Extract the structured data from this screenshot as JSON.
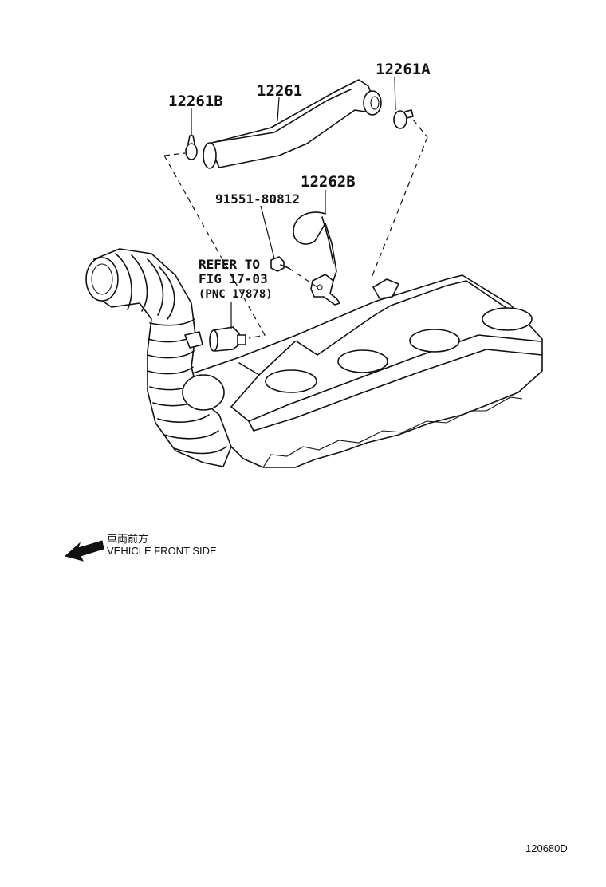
{
  "labels": {
    "hose": "12261",
    "clamp_a": "12261A",
    "clamp_b": "12261B",
    "bracket": "12262B",
    "bolt": "91551-80812",
    "refer_line1": "REFER TO",
    "refer_line2": "FIG 17-03",
    "refer_line3": "(PNC 17878)"
  },
  "direction": {
    "japanese": "車両前方",
    "english": "VEHICLE FRONT SIDE"
  },
  "illustration_code": "120680D"
}
